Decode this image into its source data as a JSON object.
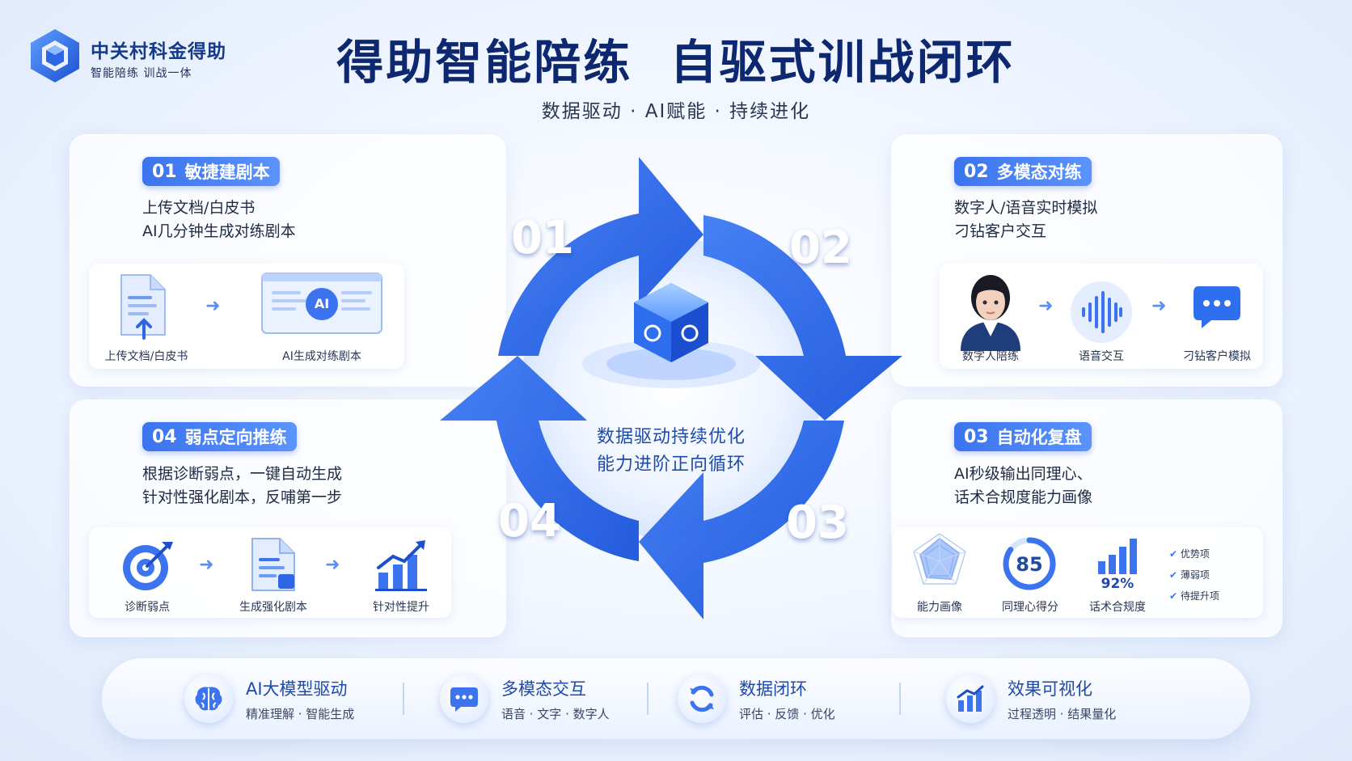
{
  "brand": {
    "name": "中关村科金得助",
    "slogan": "智能陪练   训战一体"
  },
  "title": "得助智能陪练  自驱式训战闭环",
  "subtitle": "数据驱动 · AI赋能 · 持续进化",
  "center_text": [
    "数据驱动持续优化",
    "能力进阶正向循环"
  ],
  "stages": [
    {
      "num": "01",
      "title": "敏捷建剧本",
      "desc": [
        "上传文档/白皮书",
        "AI几分钟生成对练剧本"
      ],
      "steps": [
        "上传文档/白皮书",
        "AI生成对练剧本"
      ],
      "ai_label": "AI"
    },
    {
      "num": "02",
      "title": "多模态对练",
      "desc": [
        "数字人/语音实时模拟",
        "刁钻客户交互"
      ],
      "steps": [
        "数字人陪练",
        "语音交互",
        "刁钻客户模拟"
      ]
    },
    {
      "num": "03",
      "title": "自动化复盘",
      "desc": [
        "AI秒级输出同理心、",
        "话术合规度能力画像"
      ],
      "steps": [
        "能力画像",
        "同理心得分",
        "话术合规度"
      ],
      "score": "85",
      "compliance": "92%",
      "checklist": [
        "优势项",
        "薄弱项",
        "待提升项"
      ]
    },
    {
      "num": "04",
      "title": "弱点定向推练",
      "desc": [
        "根据诊断弱点，一键自动生成",
        "针对性强化剧本，反哺第一步"
      ],
      "steps": [
        "诊断弱点",
        "生成强化剧本",
        "针对性提升"
      ]
    }
  ],
  "features": [
    {
      "title": "AI大模型驱动",
      "sub": "精准理解 · 智能生成",
      "icon": "brain-icon"
    },
    {
      "title": "多模态交互",
      "sub": "语音 · 文字 · 数字人",
      "icon": "chat-icon"
    },
    {
      "title": "数据闭环",
      "sub": "评估 · 反馈 · 优化",
      "icon": "refresh-icon"
    },
    {
      "title": "效果可视化",
      "sub": "过程透明 · 结果量化",
      "icon": "bar-chart-icon"
    }
  ],
  "colors": {
    "accent": "#3b74ee",
    "navy": "#0d2870",
    "light": "#8fb6ff"
  }
}
